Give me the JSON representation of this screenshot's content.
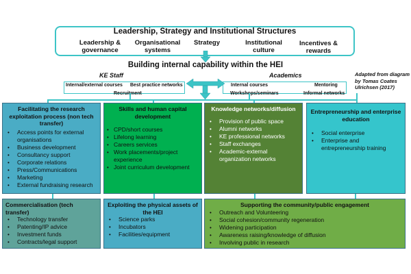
{
  "top_section": {
    "title": "Leadership, Strategy and Institutional Structures",
    "items": [
      {
        "line1": "Leadership &",
        "line2": "governance"
      },
      {
        "line1": "Organisational",
        "line2": "systems"
      },
      {
        "line1": "Strategy",
        "line2": ""
      },
      {
        "line1": "Institutional",
        "line2": "culture"
      },
      {
        "line1": "Incentives &",
        "line2": "rewards"
      }
    ]
  },
  "middle_section": {
    "title": "Building internal capability within the HEI",
    "ke_staff": {
      "label": "KE Staff",
      "items": [
        "Internal/external courses",
        "Best practice networks",
        "Recruitment"
      ]
    },
    "academics": {
      "label": "Academics",
      "items": [
        "Internal courses",
        "Mentoring",
        "Workshops/seminars",
        "Informal networks"
      ]
    },
    "attribution": "Adapted from diagram by Tomas Coates Ulrichsen (2017)"
  },
  "colors": {
    "teal_line": "#3cc4c6",
    "box_blue": "#4aacc5",
    "box_green": "#00b050",
    "box_darkgreen": "#548235",
    "box_cyan": "#35c5cc",
    "box_grayteal": "#5fa39a",
    "box_lightgreen": "#70ad47"
  },
  "boxes": [
    {
      "title": "Facilitating the research exploitation process (non tech transfer)",
      "items": [
        "Access points for external organisations",
        "Business development",
        "Consultancy support",
        "Corporate relations",
        "Press/Communications",
        "Marketing",
        "External fundraising research"
      ]
    },
    {
      "title": "Skills and human capital development",
      "items": [
        "CPD/short courses",
        "Lifelong learning",
        "Careers services",
        "Work placements/project experience",
        "Joint curriculum development"
      ]
    },
    {
      "title": "Knowledge networks/diffusion",
      "items": [
        "Provision of public space",
        "Alumni networks",
        "KE professional networks",
        "Staff exchanges",
        "Academic-external organization networks"
      ]
    },
    {
      "title": "Entrepreneurship and enterprise education",
      "items": [
        "Social enterprise",
        "Enterprise and entrepreneurship training"
      ]
    },
    {
      "title": "Commercialisation  (tech transfer)",
      "items": [
        "Technology transfer",
        "Patenting/IP advice",
        "Investment funds",
        "Contracts/legal support"
      ]
    },
    {
      "title": "Exploiting the physical assets of the HEI",
      "items": [
        "Science parks",
        "Incubators",
        "Facilities/equipment"
      ]
    },
    {
      "title": "Supporting the community/public engagement",
      "items": [
        "Outreach  and Volunteering",
        "Social cohesion/community regeneration",
        "Widening participation",
        "Awareness raising/knowledge of diffusion",
        "Involving public in research"
      ]
    }
  ]
}
